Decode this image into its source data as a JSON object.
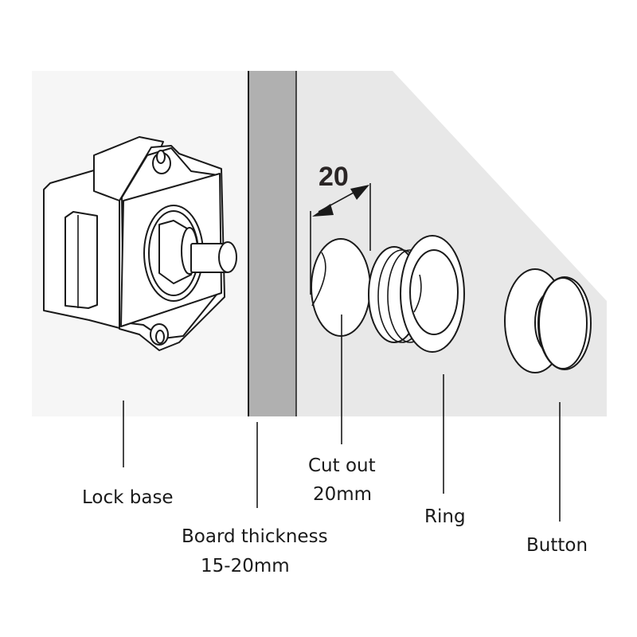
{
  "dimension": {
    "value": "20"
  },
  "labels": {
    "lock_base": "Lock base",
    "board_line1": "Board thickness",
    "board_line2": "15-20mm",
    "cutout_line1": "Cut out",
    "cutout_line2": "20mm",
    "ring": "Ring",
    "button": "Button"
  },
  "colors": {
    "board": "#b0b0b0",
    "panel": "#e8e8e8",
    "background_panel": "#f6f6f6"
  }
}
